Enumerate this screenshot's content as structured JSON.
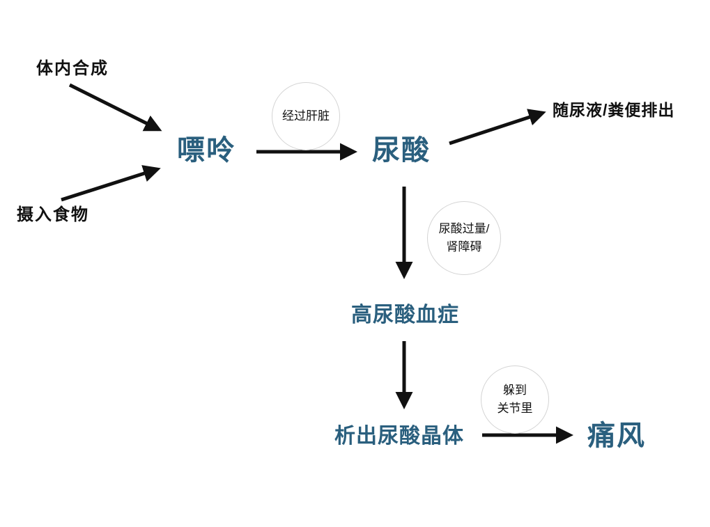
{
  "diagram": {
    "inputs": {
      "body_synthesis": "体内合成",
      "food_intake": "摄入食物"
    },
    "nodes": {
      "purine": "嘌呤",
      "uric_acid": "尿酸",
      "hyperuricemia": "高尿酸血症",
      "uric_acid_crystals": "析出尿酸晶体",
      "gout": "痛风"
    },
    "terminal": {
      "excretion": "随尿液/粪便排出"
    },
    "edge_labels": {
      "via_liver": "经过肝脏",
      "excess_line1": "尿酸过量/",
      "excess_line2": "肾障碍",
      "hide_line1": "躲到",
      "hide_line2": "关节里"
    },
    "colors": {
      "node_text": "#2a5f7e",
      "label_text": "#111111",
      "arrow": "#111111",
      "circle_border": "#d4d4d4",
      "background": "#ffffff"
    }
  }
}
